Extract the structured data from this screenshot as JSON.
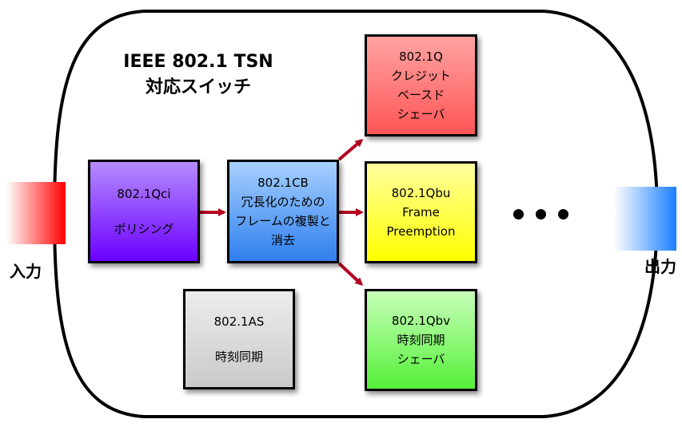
{
  "title": {
    "line1": "IEEE 802.1 TSN",
    "line2": "対応スイッチ"
  },
  "input": {
    "label": "入力",
    "color": "#ff0000"
  },
  "output": {
    "label": "出力",
    "color": "#1a7fff"
  },
  "boxes": {
    "qci": {
      "lines": [
        "802.1Qci",
        "ポリシング"
      ],
      "color_top": "#b58cff",
      "color_bottom": "#6c00ff"
    },
    "cb": {
      "lines": [
        "802.1CB",
        "冗長化のための",
        "フレームの複製と",
        "消去"
      ],
      "color_top": "#a6d0ff",
      "color_bottom": "#2f7fee"
    },
    "as": {
      "lines": [
        "802.1AS",
        "時刻同期"
      ],
      "color_top": "#ededed",
      "color_bottom": "#c9c9c9"
    },
    "q": {
      "lines": [
        "802.1Q",
        "クレジット",
        "ベースド",
        "シェーバ"
      ],
      "color_top": "#ffa3a3",
      "color_bottom": "#ff5555"
    },
    "qbu": {
      "lines": [
        "802.1Qbu",
        "Frame",
        "Preemption"
      ],
      "color_top": "#ffff9e",
      "color_bottom": "#ffff00"
    },
    "qbv": {
      "lines": [
        "802.1Qbv",
        "時刻同期",
        "シェーバ"
      ],
      "color_top": "#c7ffb8",
      "color_bottom": "#55f03a"
    }
  },
  "arrow_color": "#b3001f",
  "ellipsis": "…"
}
